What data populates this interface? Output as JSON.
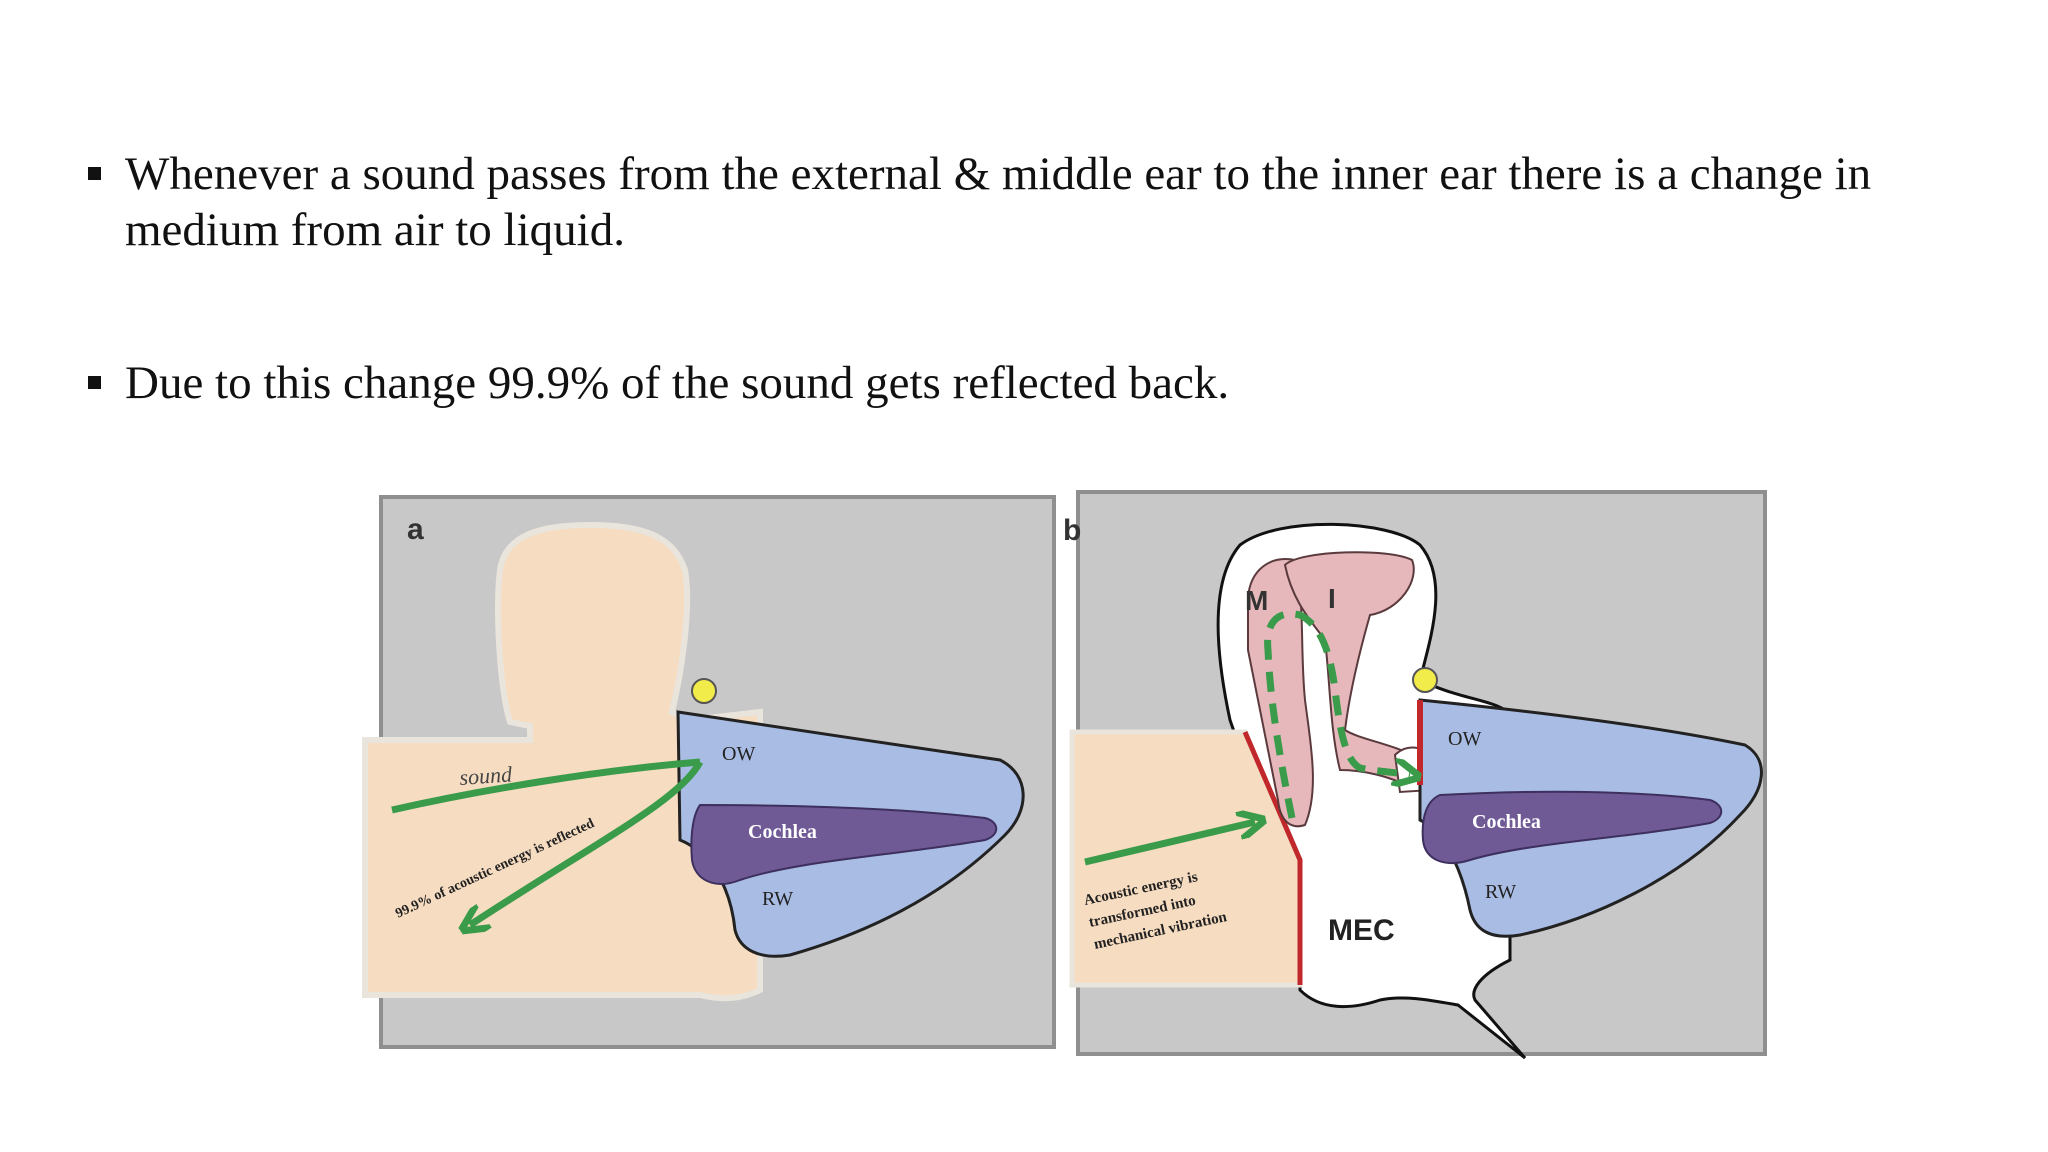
{
  "slide": {
    "bullets": [
      "Whenever a sound passes from the external & middle ear to the inner ear there is a change in medium from air to liquid.",
      "Due to this change 99.9% of the sound gets reflected back."
    ]
  },
  "figure": {
    "panel_a": {
      "letter": "a",
      "sound": "sound",
      "reflected": "99.9% of acoustic energy is reflected",
      "ow": "OW",
      "cochlea": "Cochlea",
      "rw": "RW"
    },
    "panel_b": {
      "letter": "b",
      "malleus": "M",
      "incus": "I",
      "energy_line1": "Acoustic energy is",
      "energy_line2": "transformed into",
      "energy_line3": "mechanical vibration",
      "ow": "OW",
      "cochlea": "Cochlea",
      "rw": "RW",
      "mec": "MEC"
    },
    "colors": {
      "frame": "#c8c8c8",
      "skin": "#f6dcc0",
      "inner_ear": "#a9bde4",
      "cochlea": "#6f5a96",
      "arrow": "#3a9b4a",
      "ossicle": "#e6b8bc",
      "membrane": "#c0282b",
      "marker": "#f2ec4a"
    }
  }
}
